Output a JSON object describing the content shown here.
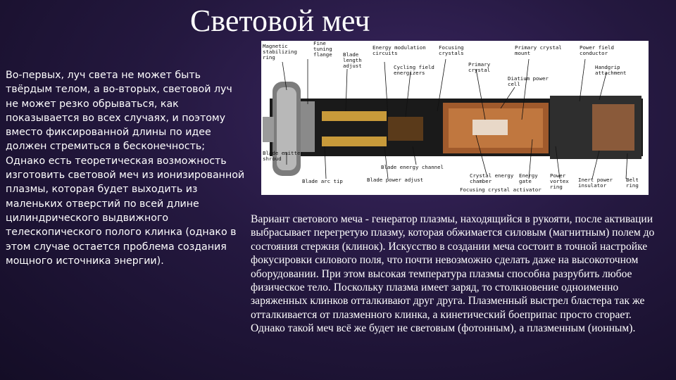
{
  "slide": {
    "title": "Световой меч",
    "left_paragraph": "Во-первых, луч света не может быть твёрдым телом, а во-вторых, световой луч не может резко обрываться, как показывается во всех случаях, и поэтому вместо фиксированной длины по идее должен стремиться в бесконечность; Однако есть теоретическая возможность изготовить световой меч из ионизированной плазмы, которая будет выходить из маленьких отверстий по всей длине цилиндрического выдвижного телескопического полого клинка (однако в этом случае остается проблема создания мощного источника энергии).",
    "right_paragraph": "Вариант светового меча - генератор плазмы, находящийся в рукояти, после активации выбрасывает перегретую плазму, которая обжимается силовым (магнитным) полем до состояния стержня (клинок). Искусство в создании меча состоит в точной настройке фокусировки силового поля, что почти невозможно сделать даже на высокоточном оборудовании. При этом высокая температура плазмы способна разрубить любое физическое тело. Поскольку плазма имеет заряд, то столкновение одноименно заряженных клинков отталкивают друг друга. Плазменный выстрел бластера так же отталкивается от плазменного клинка, а кинетический боеприпас просто сгорает. Однако такой меч всё же будет не световым (фотонным), а плазменным (ионным)."
  },
  "diagram": {
    "labels": {
      "magnetic_ring": [
        "Magnetic",
        "stabilizing",
        "ring"
      ],
      "fine_tuning": [
        "Fine",
        "tuning",
        "flange"
      ],
      "blade_length": [
        "Blade",
        "length",
        "adjust"
      ],
      "energy_modulation": [
        "Energy modulation",
        "circuits"
      ],
      "focusing_crystals": [
        "Focusing",
        "crystals"
      ],
      "primary_mount": [
        "Primary crystal",
        "mount"
      ],
      "power_conductor": [
        "Power field",
        "conductor"
      ],
      "cycling_field": [
        "Cycling field",
        "energizers"
      ],
      "primary_crystal": [
        "Primary",
        "crystal"
      ],
      "diatium_cell": [
        "Diatium power",
        "cell"
      ],
      "handgrip": [
        "Handgrip",
        "attachment"
      ],
      "emitter_shroud": [
        "Blade emitter",
        "shroud"
      ],
      "energy_channel": [
        "Blade energy channel"
      ],
      "arc_tip": [
        "Blade arc tip"
      ],
      "power_adjust": [
        "Blade power adjust"
      ],
      "crystal_chamber": [
        "Crystal energy",
        "chamber"
      ],
      "energy_gate": [
        "Energy",
        "gate"
      ],
      "vortex_ring": [
        "Power",
        "vortex",
        "ring"
      ],
      "inert_insulator": [
        "Inert power",
        "insulator"
      ],
      "belt_ring": [
        "Belt",
        "ring"
      ],
      "focusing_activator": [
        "Focusing crystal activator"
      ]
    }
  }
}
